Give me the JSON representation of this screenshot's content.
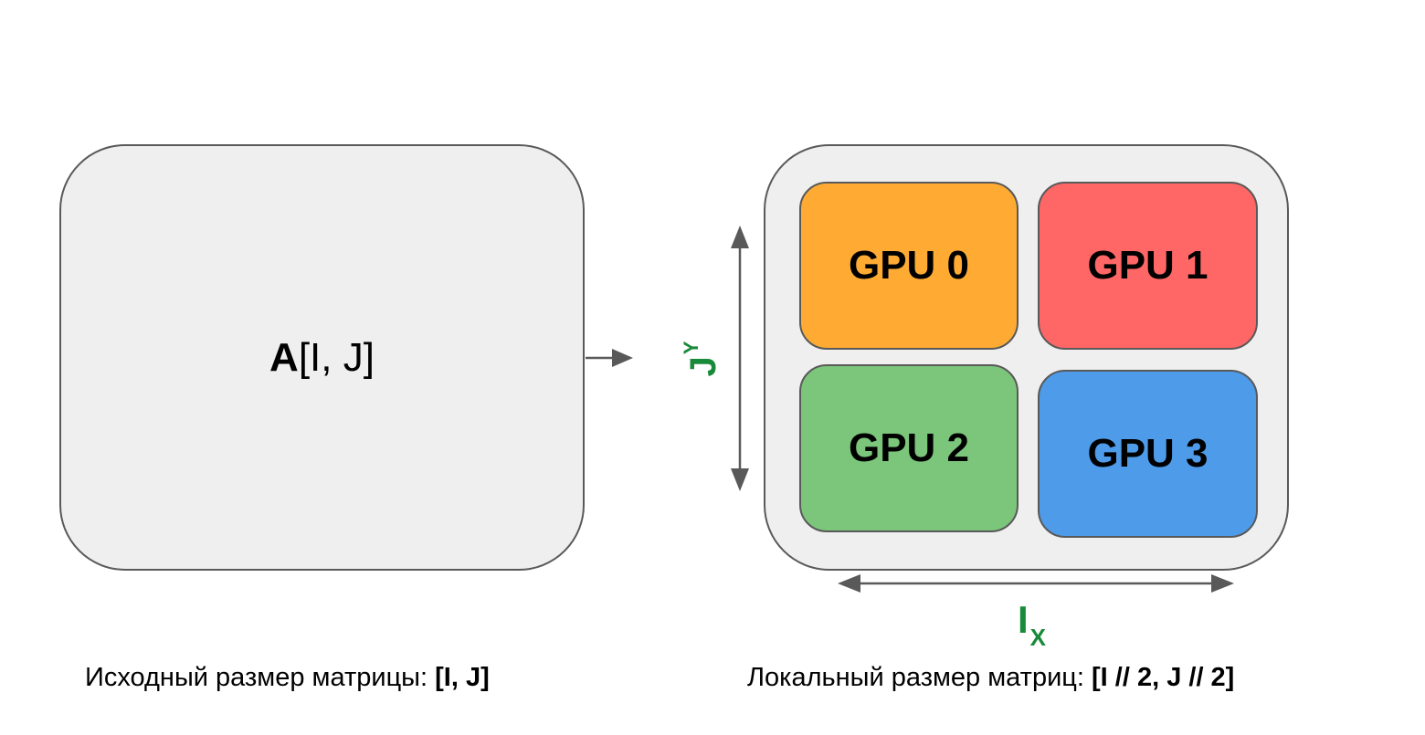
{
  "source": {
    "matrix_name": "A",
    "matrix_dims": "[I, J]",
    "caption_text": "Исходный размер матрицы:",
    "caption_shape": "[I, J]"
  },
  "local": {
    "caption_text": "Локальный размер матриц:",
    "caption_shape": "[I // 2, J // 2]"
  },
  "shards": [
    {
      "label": "GPU 0",
      "color": "#ffab33"
    },
    {
      "label": "GPU 1",
      "color": "#ff6666"
    },
    {
      "label": "GPU 2",
      "color": "#7bc67b"
    },
    {
      "label": "GPU 3",
      "color": "#4d9be9"
    }
  ],
  "axes": {
    "x_main": "I",
    "x_sub": "X",
    "y_main": "J",
    "y_sub": "Y",
    "color": "#198a3a"
  },
  "colors": {
    "box_fill": "#efefef",
    "border": "#595959",
    "arrow": "#595959"
  }
}
